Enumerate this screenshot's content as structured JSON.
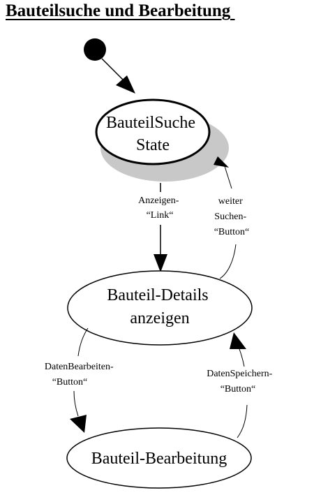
{
  "title": "Bauteilsuche und Bearbeitung ",
  "colors": {
    "stroke": "#000000",
    "shadow": "#c8c8c8",
    "background": "#ffffff"
  },
  "states": {
    "search": {
      "lines": [
        "BauteilSuche",
        "State"
      ]
    },
    "details": {
      "lines": [
        "Bauteil-Details",
        "anzeigen"
      ]
    },
    "edit": {
      "lines": [
        "Bauteil-Bearbeitung"
      ]
    }
  },
  "transitions": {
    "show_link": {
      "lines": [
        "Anzeigen-",
        "“Link“"
      ]
    },
    "continue_search": {
      "lines": [
        "weiter",
        "Suchen-",
        "“Button“"
      ]
    },
    "edit_data": {
      "lines": [
        "DatenBearbeiten-",
        "“Button“"
      ]
    },
    "save_data": {
      "lines": [
        "DatenSpeichern-",
        "“Button“"
      ]
    }
  }
}
